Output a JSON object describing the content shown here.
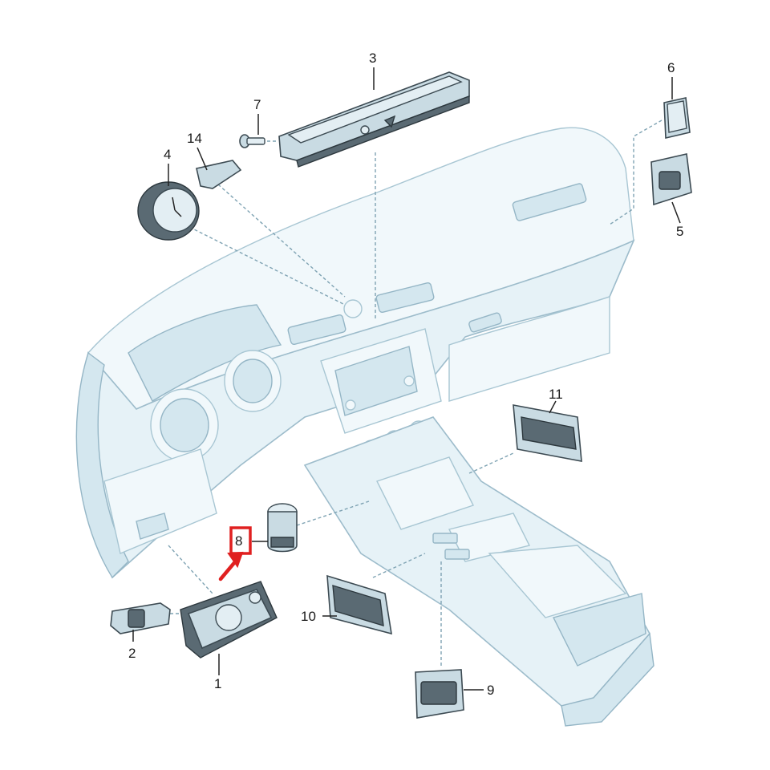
{
  "callouts": [
    {
      "id": "1",
      "label": "1"
    },
    {
      "id": "2",
      "label": "2"
    },
    {
      "id": "3",
      "label": "3"
    },
    {
      "id": "4",
      "label": "4"
    },
    {
      "id": "5",
      "label": "5"
    },
    {
      "id": "6",
      "label": "6"
    },
    {
      "id": "7",
      "label": "7"
    },
    {
      "id": "8",
      "label": "8"
    },
    {
      "id": "9",
      "label": "9"
    },
    {
      "id": "10",
      "label": "10"
    },
    {
      "id": "11",
      "label": "11"
    },
    {
      "id": "14",
      "label": "14"
    }
  ],
  "highlight": {
    "target": "8",
    "color": "#e02020"
  },
  "colors": {
    "body": "#e6f2f7",
    "outline": "#9dbccb",
    "part": "#c9dbe3"
  }
}
